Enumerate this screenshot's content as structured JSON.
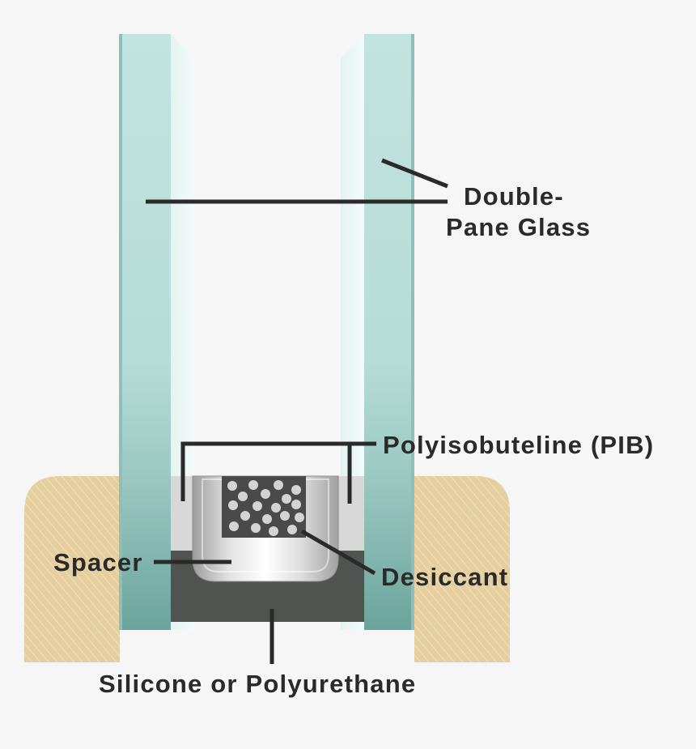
{
  "labels": {
    "glass_line1": "Double-",
    "glass_line2": "Pane Glass",
    "pib": "Polyisobuteline (PIB)",
    "spacer": "Spacer",
    "desiccant": "Desiccant",
    "sealant": "Silicone or Polyurethane"
  },
  "colors": {
    "background": "#f6f6f6",
    "glass": "#bfe0dc",
    "glass_dark": "#6fa69d",
    "glass_inner": "#eaf6f5",
    "frame_wood": "#e6cf9f",
    "pib": "#d8d8d8",
    "spacer_metal": "#c8c8c8",
    "desiccant_box": "#4a4a4a",
    "desiccant_bead": "#d4d4d4",
    "sealant": "#515351",
    "leader_line": "#2a2a2a"
  }
}
